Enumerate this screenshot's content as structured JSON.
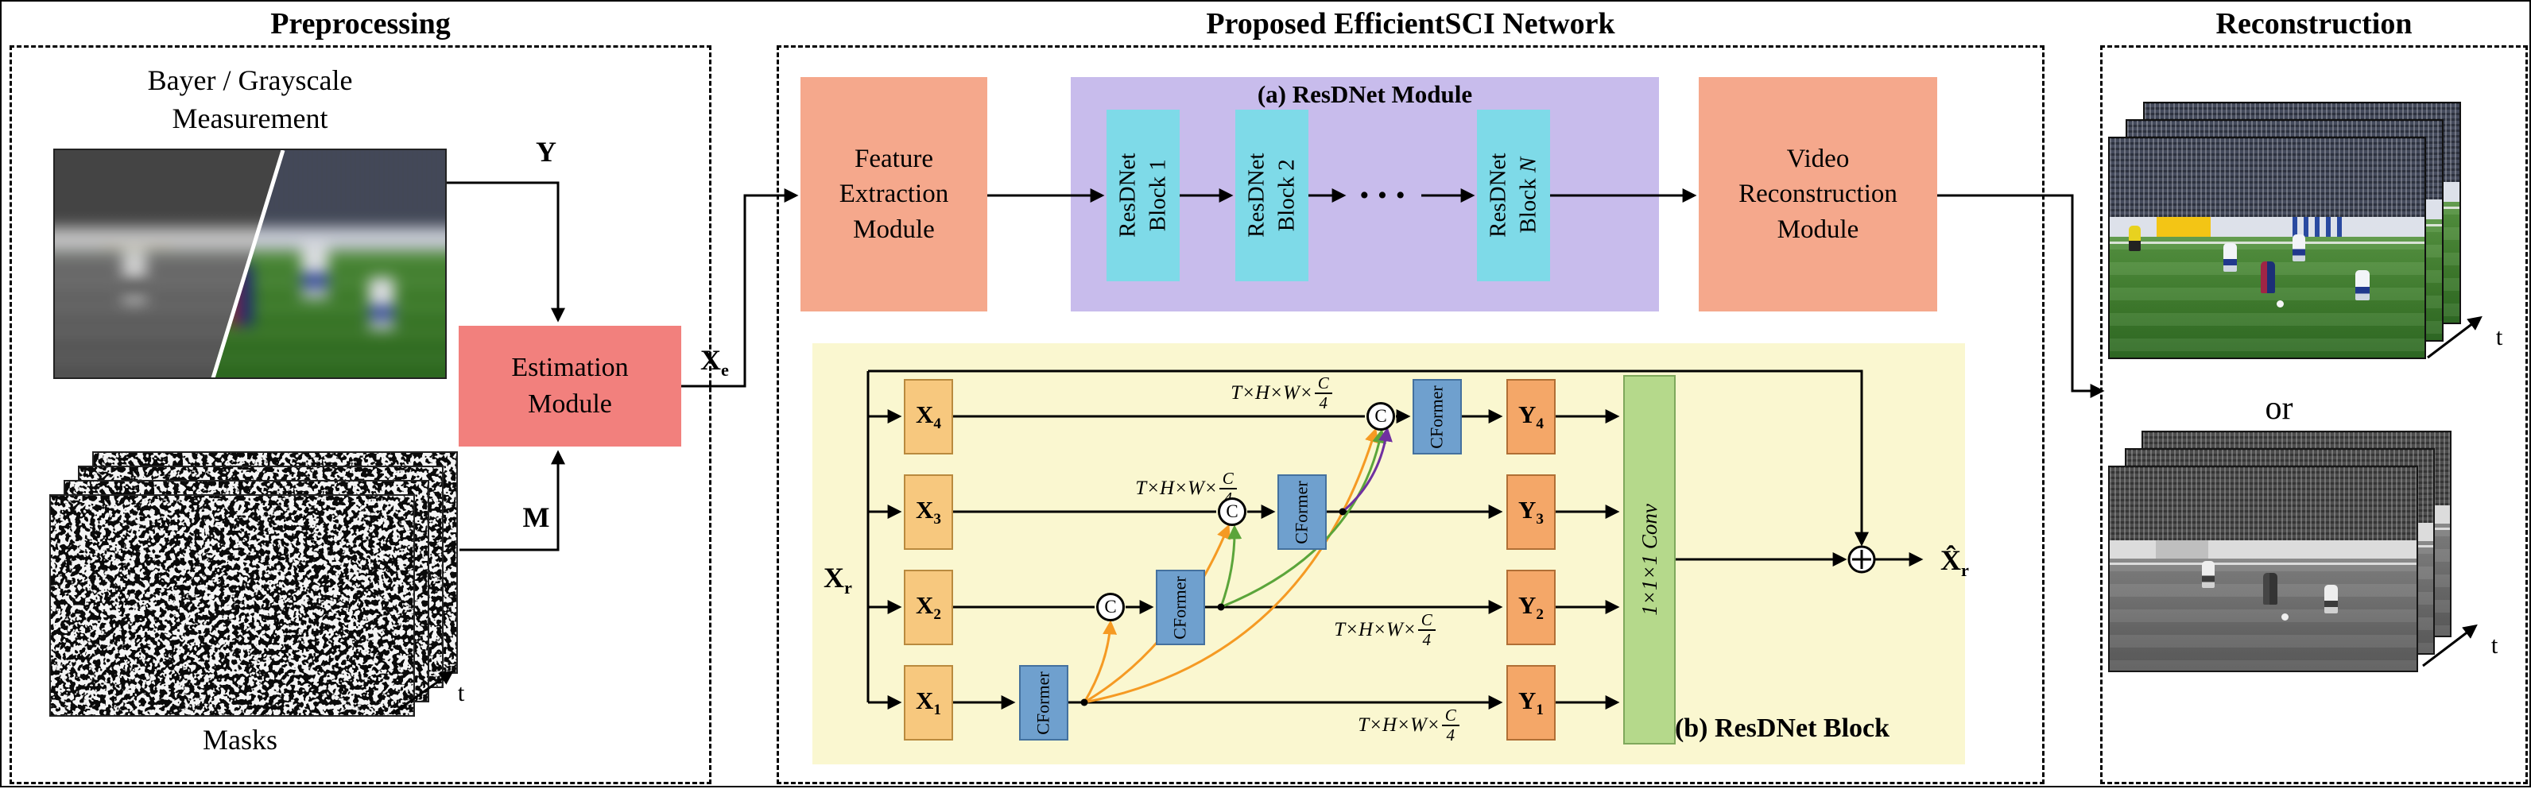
{
  "figure": {
    "preprocessing": {
      "title": "Preprocessing",
      "measurement_caption_line1": "Bayer / Grayscale",
      "measurement_caption_line2": "Measurement",
      "y_label": "Y",
      "m_label": "M",
      "masks_label": "Masks",
      "t_label": "t",
      "estimation_module": {
        "line1": "Estimation",
        "line2": "Module"
      },
      "xe_label": {
        "base": "X",
        "sub": "e"
      }
    },
    "network": {
      "title": "Proposed EfficientSCI Network",
      "feature_extraction_module": {
        "line1": "Feature",
        "line2": "Extraction",
        "line3": "Module"
      },
      "resdnet_module": {
        "title": "(a) ResDNet Module",
        "blocks": [
          {
            "line1": "ResDNet",
            "line2": "Block 1",
            "suffix": ""
          },
          {
            "line1": "ResDNet",
            "line2": "Block 2",
            "suffix": ""
          },
          {
            "line1": "ResDNet",
            "line2": "Block ",
            "suffix": "N"
          }
        ],
        "ellipsis": "···"
      },
      "video_reconstruction_module": {
        "line1": "Video",
        "line2": "Reconstruction",
        "line3": "Module"
      },
      "resdnet_block": {
        "title": "(b) ResDNet Block",
        "xr_label": {
          "base": "X",
          "sub": "r"
        },
        "xhat_label": {
          "base": "X̂",
          "sub": "r"
        },
        "inputs": [
          {
            "base": "X",
            "sub": "4"
          },
          {
            "base": "X",
            "sub": "3"
          },
          {
            "base": "X",
            "sub": "2"
          },
          {
            "base": "X",
            "sub": "1"
          }
        ],
        "outputs": [
          {
            "base": "Y",
            "sub": "4"
          },
          {
            "base": "Y",
            "sub": "3"
          },
          {
            "base": "Y",
            "sub": "2"
          },
          {
            "base": "Y",
            "sub": "1"
          }
        ],
        "cformer_label": "CFormer",
        "concat_label": "C",
        "conv_label": {
          "pre": "1×1×1 ",
          "italic": "Conv"
        },
        "dim_label": {
          "prefix": "T×H×W×",
          "numerator": "C",
          "denominator": "4"
        }
      }
    },
    "reconstruction": {
      "title": "Reconstruction",
      "or_label": "or",
      "t_label": "t"
    },
    "colors": {
      "module_salmon": "#F5A88C",
      "estimation_pink": "#F2807D",
      "resdnet_container_purple": "#C8BCEC",
      "resdnet_block_cyan": "#7EDAE8",
      "block_bg_yellow": "#FAF7D0",
      "x_box_tan": "#F7C87E",
      "y_box_orange": "#F4A768",
      "cformer_blue": "#6FA0CE",
      "conv_green": "#B5D98B",
      "arrow_orange": "#F59A23",
      "arrow_green": "#5BA53A",
      "arrow_purple": "#7030A0"
    }
  }
}
